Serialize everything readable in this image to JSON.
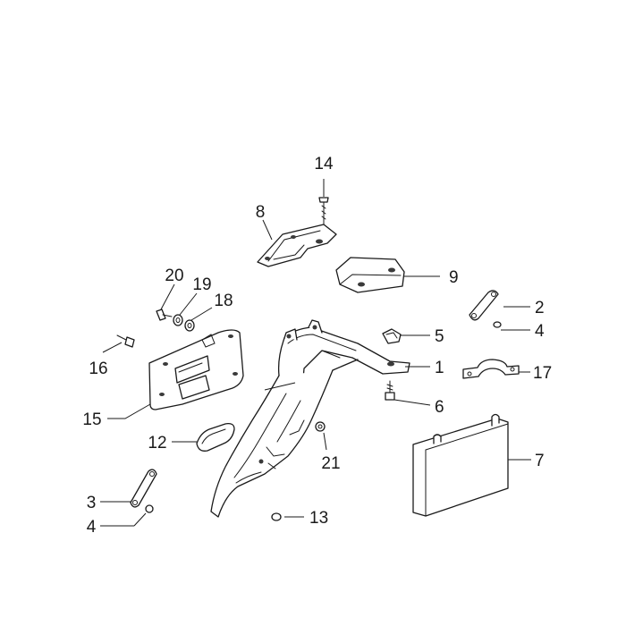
{
  "diagram": {
    "callouts": {
      "c1": "1",
      "c2": "2",
      "c3": "3",
      "c4a": "4",
      "c4b": "4",
      "c5": "5",
      "c6": "6",
      "c7": "7",
      "c8": "8",
      "c9": "9",
      "c12": "12",
      "c13": "13",
      "c14": "14",
      "c15": "15",
      "c16": "16",
      "c17": "17",
      "c18": "18",
      "c19": "19",
      "c20": "20",
      "c21": "21"
    }
  }
}
